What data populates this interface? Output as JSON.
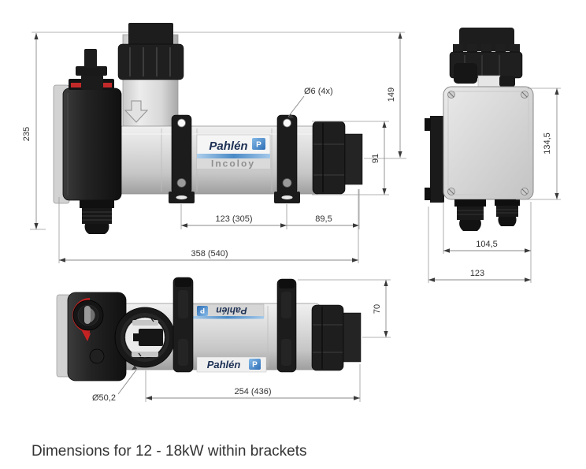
{
  "caption": "Dimensions for 12 - 18kW within brackets",
  "brand": {
    "name": "Pahlén",
    "logo_letter": "P",
    "model": "Incoloy"
  },
  "colors": {
    "brand_blue": "#2d6db5",
    "label_navy": "#1d3054",
    "knob_red": "#c22a2a",
    "body_gray": "#d6d6d6",
    "part_black": "#1c1c1c"
  },
  "views": {
    "side": {
      "dims": {
        "total_height": "235",
        "mount_hole": "Ø6 (4x)",
        "inlet_height": "149",
        "union_diameter": "91",
        "bracket_spacing": "123 (305)",
        "bracket_to_end": "89,5",
        "total_length": "358 (540)"
      }
    },
    "end": {
      "dims": {
        "box_height": "134,5",
        "box_width": "104,5",
        "total_depth": "123"
      }
    },
    "bottom": {
      "dims": {
        "bracket_to_center": "70",
        "length": "254 (436)",
        "bore": "Ø50,2"
      }
    }
  }
}
